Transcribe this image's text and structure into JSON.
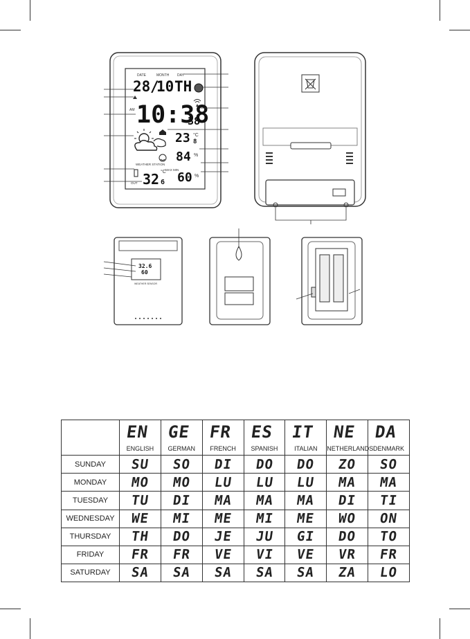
{
  "main_display": {
    "labels": {
      "date": "DATE",
      "month": "MONTH",
      "day": "DAY",
      "weather_station": "WEATHER STATION",
      "am": "AM",
      "max_min": "MAX MIN",
      "out": "OUT"
    },
    "date": "28",
    "month": "10",
    "day": "TH",
    "time_hm": "10:38",
    "time_s": "38",
    "indoor_temp": "23",
    "indoor_temp_dec": "8",
    "temp_unit": "°C",
    "indoor_hum": "84",
    "hum_unit": "%",
    "outdoor_temp": "32",
    "outdoor_temp_dec": "6",
    "outdoor_hum": "60"
  },
  "sensor_display": {
    "temp": "32.6",
    "hum": "60",
    "brand": "WEATHER SENSOR"
  },
  "icons": [
    "weather-forecast-icon",
    "moon-phase-icon",
    "signal-icon",
    "battery-icon",
    "recycle-bin-icon",
    "comfort-face-icon"
  ],
  "table": {
    "languages": [
      {
        "code": "EN",
        "name": "ENGLISH"
      },
      {
        "code": "GE",
        "name": "GERMAN"
      },
      {
        "code": "FR",
        "name": "FRENCH"
      },
      {
        "code": "ES",
        "name": "SPANISH"
      },
      {
        "code": "IT",
        "name": "ITALIAN"
      },
      {
        "code": "NE",
        "name": "NETHERLANDS"
      },
      {
        "code": "DA",
        "name": "DENMARK"
      }
    ],
    "days": [
      {
        "name": "SUNDAY",
        "abbr": [
          "SU",
          "SO",
          "DI",
          "DO",
          "DO",
          "ZO",
          "SO"
        ]
      },
      {
        "name": "MONDAY",
        "abbr": [
          "MO",
          "MO",
          "LU",
          "LU",
          "LU",
          "MA",
          "MA"
        ]
      },
      {
        "name": "TUESDAY",
        "abbr": [
          "TU",
          "DI",
          "MA",
          "MA",
          "MA",
          "DI",
          "TI"
        ]
      },
      {
        "name": "WEDNESDAY",
        "abbr": [
          "WE",
          "MI",
          "ME",
          "MI",
          "ME",
          "WO",
          "ON"
        ]
      },
      {
        "name": "THURSDAY",
        "abbr": [
          "TH",
          "DO",
          "JE",
          "JU",
          "GI",
          "DO",
          "TO"
        ]
      },
      {
        "name": "FRIDAY",
        "abbr": [
          "FR",
          "FR",
          "VE",
          "VI",
          "VE",
          "VR",
          "FR"
        ]
      },
      {
        "name": "SATURDAY",
        "abbr": [
          "SA",
          "SA",
          "SA",
          "SA",
          "SA",
          "ZA",
          "LO"
        ]
      }
    ]
  }
}
